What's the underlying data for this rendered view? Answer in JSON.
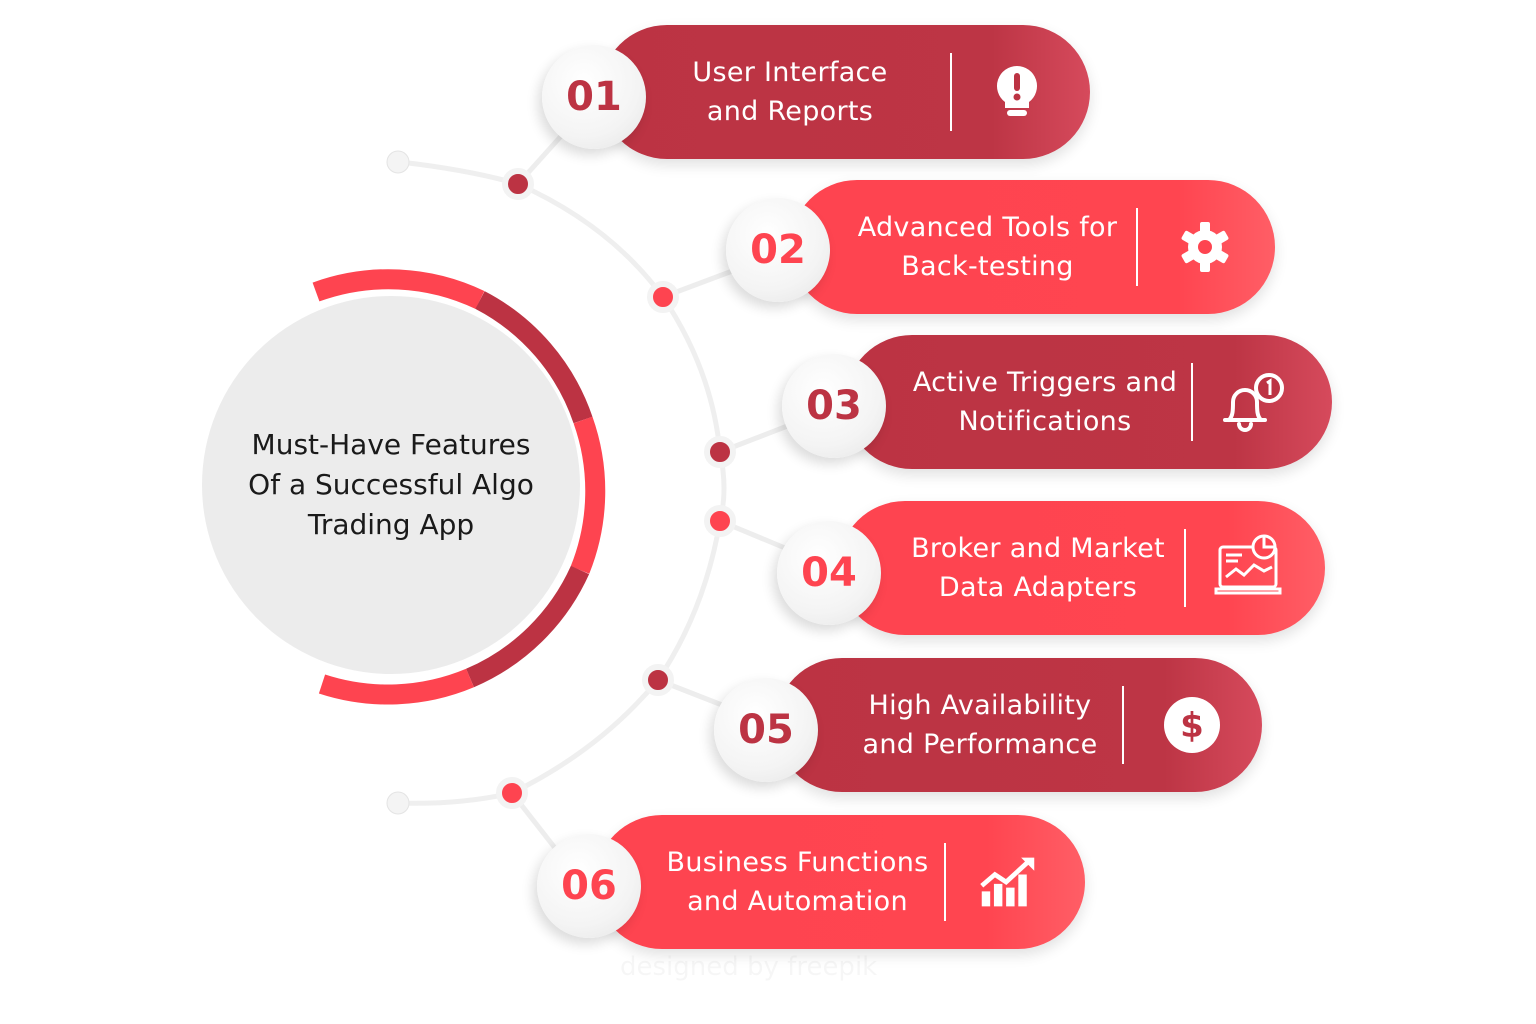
{
  "center": {
    "title_lines": [
      "Must-Have Features",
      "Of a Successful Algo",
      "Trading App"
    ]
  },
  "colors": {
    "dark_red": "#bc3343",
    "bright_red": "#fe4450",
    "center_fill": "#ececec"
  },
  "items": [
    {
      "number": "01",
      "lines": [
        "User Interface",
        "and Reports"
      ],
      "icon": "lightbulb-exclamation-icon",
      "color": "dark"
    },
    {
      "number": "02",
      "lines": [
        "Advanced Tools for",
        "Back-testing"
      ],
      "icon": "gear-icon",
      "color": "bright"
    },
    {
      "number": "03",
      "lines": [
        "Active Triggers and",
        "Notifications"
      ],
      "icon": "bell-notification-icon",
      "color": "dark"
    },
    {
      "number": "04",
      "lines": [
        "Broker and Market",
        "Data Adapters"
      ],
      "icon": "laptop-chart-icon",
      "color": "bright"
    },
    {
      "number": "05",
      "lines": [
        "High Availability",
        "and Performance"
      ],
      "icon": "dollar-coin-icon",
      "color": "dark"
    },
    {
      "number": "06",
      "lines": [
        "Business Functions",
        "and Automation"
      ],
      "icon": "growth-chart-icon",
      "color": "bright"
    }
  ],
  "watermark": "designed by freepik"
}
